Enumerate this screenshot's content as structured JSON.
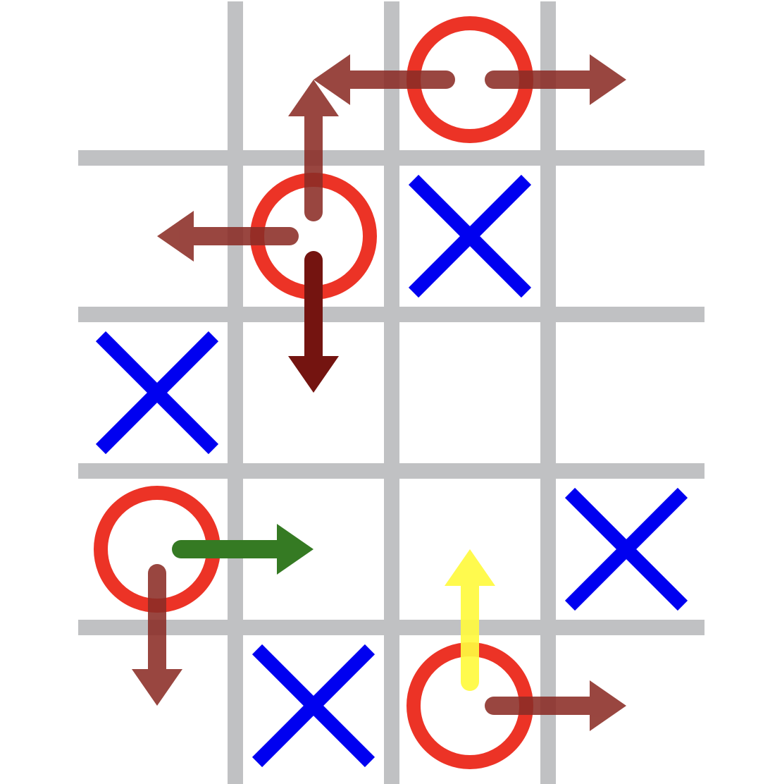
{
  "board": {
    "rows": 5,
    "cols": 4
  },
  "colors": {
    "background": "#ffffff",
    "grid": "#c0c1c3",
    "x_mark": "#0000f0",
    "o_mark": "#ec3326",
    "arrow_default": "#8b2d26",
    "arrow_strong": "#741410",
    "arrow_green": "#357a23",
    "arrow_yellow": "#fffa40"
  },
  "pieces": [
    {
      "type": "O",
      "row": 0,
      "col": 1
    },
    {
      "type": "O",
      "row": 1,
      "col": 0
    },
    {
      "type": "X",
      "row": 1,
      "col": 1
    },
    {
      "type": "X",
      "row": 2,
      "col": -1
    },
    {
      "type": "O",
      "row": 3,
      "col": -1
    },
    {
      "type": "X",
      "row": 3,
      "col": 2
    },
    {
      "type": "X",
      "row": 4,
      "col": 0
    },
    {
      "type": "O",
      "row": 4,
      "col": 1
    }
  ],
  "moves": [
    {
      "from": [
        0,
        1
      ],
      "to": [
        0,
        0
      ],
      "style": "default"
    },
    {
      "from": [
        0,
        1
      ],
      "to": [
        0,
        2
      ],
      "style": "default"
    },
    {
      "from": [
        1,
        0
      ],
      "to": [
        0,
        0
      ],
      "style": "default"
    },
    {
      "from": [
        1,
        0
      ],
      "to": [
        1,
        -1
      ],
      "style": "default"
    },
    {
      "from": [
        1,
        0
      ],
      "to": [
        2,
        0
      ],
      "style": "strong"
    },
    {
      "from": [
        3,
        -1
      ],
      "to": [
        3,
        0
      ],
      "style": "green"
    },
    {
      "from": [
        3,
        -1
      ],
      "to": [
        4,
        -1
      ],
      "style": "default"
    },
    {
      "from": [
        4,
        1
      ],
      "to": [
        3,
        1
      ],
      "style": "yellow"
    },
    {
      "from": [
        4,
        1
      ],
      "to": [
        4,
        2
      ],
      "style": "default"
    }
  ]
}
